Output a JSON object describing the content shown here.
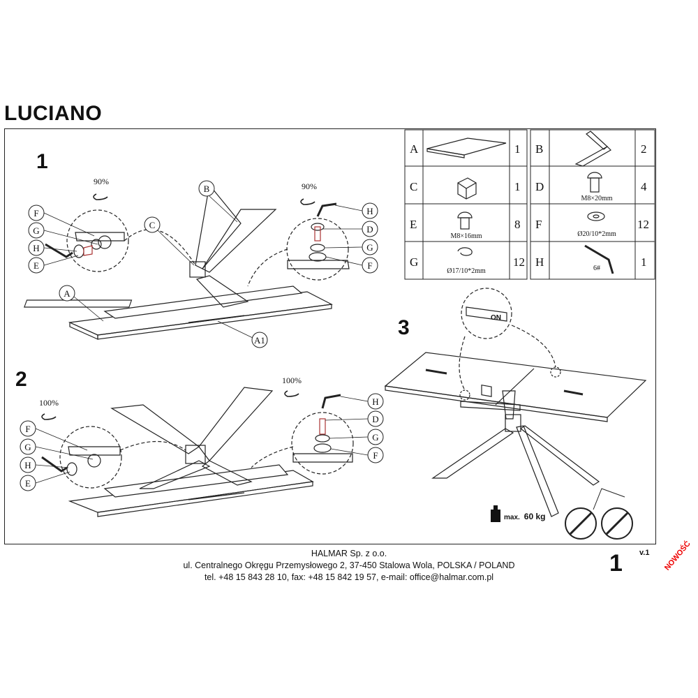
{
  "title": "LUCIANO",
  "steps": {
    "s1": "1",
    "s2": "2",
    "s3": "3"
  },
  "parts": [
    {
      "letter": "A",
      "qty": "1",
      "spec": ""
    },
    {
      "letter": "B",
      "qty": "2",
      "spec": ""
    },
    {
      "letter": "C",
      "qty": "1",
      "spec": ""
    },
    {
      "letter": "D",
      "qty": "4",
      "spec": "M8×20mm"
    },
    {
      "letter": "E",
      "qty": "8",
      "spec": "M8×16mm"
    },
    {
      "letter": "F",
      "qty": "12",
      "spec": "Ø20/10*2mm"
    },
    {
      "letter": "G",
      "qty": "12",
      "spec": "Ø17/10*2mm"
    },
    {
      "letter": "H",
      "qty": "1",
      "spec": "6#"
    }
  ],
  "step1": {
    "angle_left": "90%",
    "angle_right": "90%",
    "callouts": [
      "A",
      "A1",
      "B",
      "C",
      "D",
      "E",
      "F",
      "G",
      "H"
    ]
  },
  "step2": {
    "angle_left": "100%",
    "angle_right": "100%"
  },
  "step3": {
    "switch_label": "ON"
  },
  "max_load": {
    "label": "max.",
    "value": "60 kg"
  },
  "footer": {
    "company": "HALMAR Sp. z o.o.",
    "address": "ul. Centralnego Okręgu Przemysłowego 2, 37-450 Stalowa Wola, POLSKA / POLAND",
    "contact": "tel. +48 15 843 28 10, fax: +48 15 842 19 57, e-mail: office@halmar.com.pl"
  },
  "page_number": "1",
  "version": "v.1",
  "badge": "NOWOŚĆ"
}
